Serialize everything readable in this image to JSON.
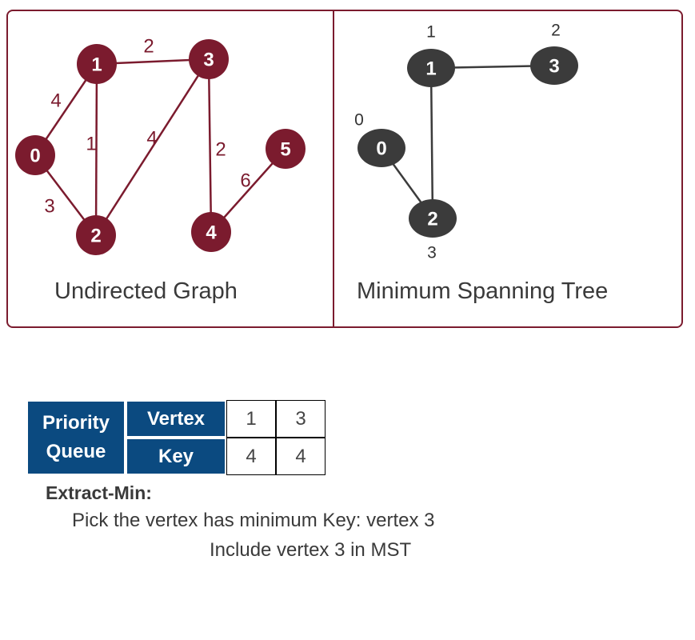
{
  "colors": {
    "graph_accent": "#7b1b2e",
    "mst_node": "#3b3b3b",
    "table_header": "#0b4a80"
  },
  "graph": {
    "title": "Undirected Graph",
    "nodes": [
      "0",
      "1",
      "2",
      "3",
      "4",
      "5"
    ],
    "edges": [
      {
        "from": "0",
        "to": "1",
        "weight": "4"
      },
      {
        "from": "0",
        "to": "2",
        "weight": "3"
      },
      {
        "from": "1",
        "to": "2",
        "weight": "1"
      },
      {
        "from": "1",
        "to": "3",
        "weight": "2"
      },
      {
        "from": "2",
        "to": "3",
        "weight": "4"
      },
      {
        "from": "3",
        "to": "4",
        "weight": "2"
      },
      {
        "from": "4",
        "to": "5",
        "weight": "6"
      }
    ]
  },
  "mst": {
    "title": "Minimum Spanning Tree",
    "nodes": [
      {
        "id": "0",
        "key": "0"
      },
      {
        "id": "1",
        "key": "1"
      },
      {
        "id": "2",
        "key": "3"
      },
      {
        "id": "3",
        "key": "2"
      }
    ],
    "edges": [
      {
        "from": "1",
        "to": "3"
      },
      {
        "from": "1",
        "to": "2"
      },
      {
        "from": "0",
        "to": "2"
      }
    ]
  },
  "priority_queue": {
    "label": [
      "Priority",
      "Queue"
    ],
    "vertex_label": "Vertex",
    "key_label": "Key",
    "vertices": [
      "1",
      "3"
    ],
    "keys": [
      "4",
      "4"
    ]
  },
  "extract_min": {
    "title": "Extract-Min:",
    "line1": "Pick the vertex has minimum Key: vertex 3",
    "line2": "Include vertex 3 in MST"
  }
}
